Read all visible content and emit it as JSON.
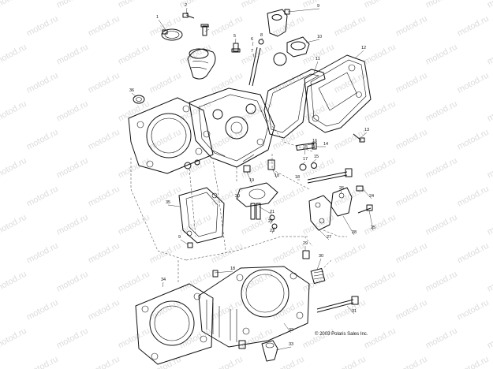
{
  "diagram": {
    "copyright": "© 2003 Polaris Sales Inc.",
    "watermark": "motod.ru",
    "callouts": [
      "1",
      "2",
      "3",
      "4",
      "5",
      "6",
      "7",
      "8",
      "9",
      "10",
      "11",
      "12",
      "13",
      "14",
      "15",
      "16",
      "17",
      "18",
      "19",
      "20",
      "21",
      "22",
      "23",
      "24",
      "25",
      "26",
      "27",
      "28",
      "29",
      "30",
      "31",
      "32",
      "33",
      "34",
      "35",
      "36"
    ]
  }
}
